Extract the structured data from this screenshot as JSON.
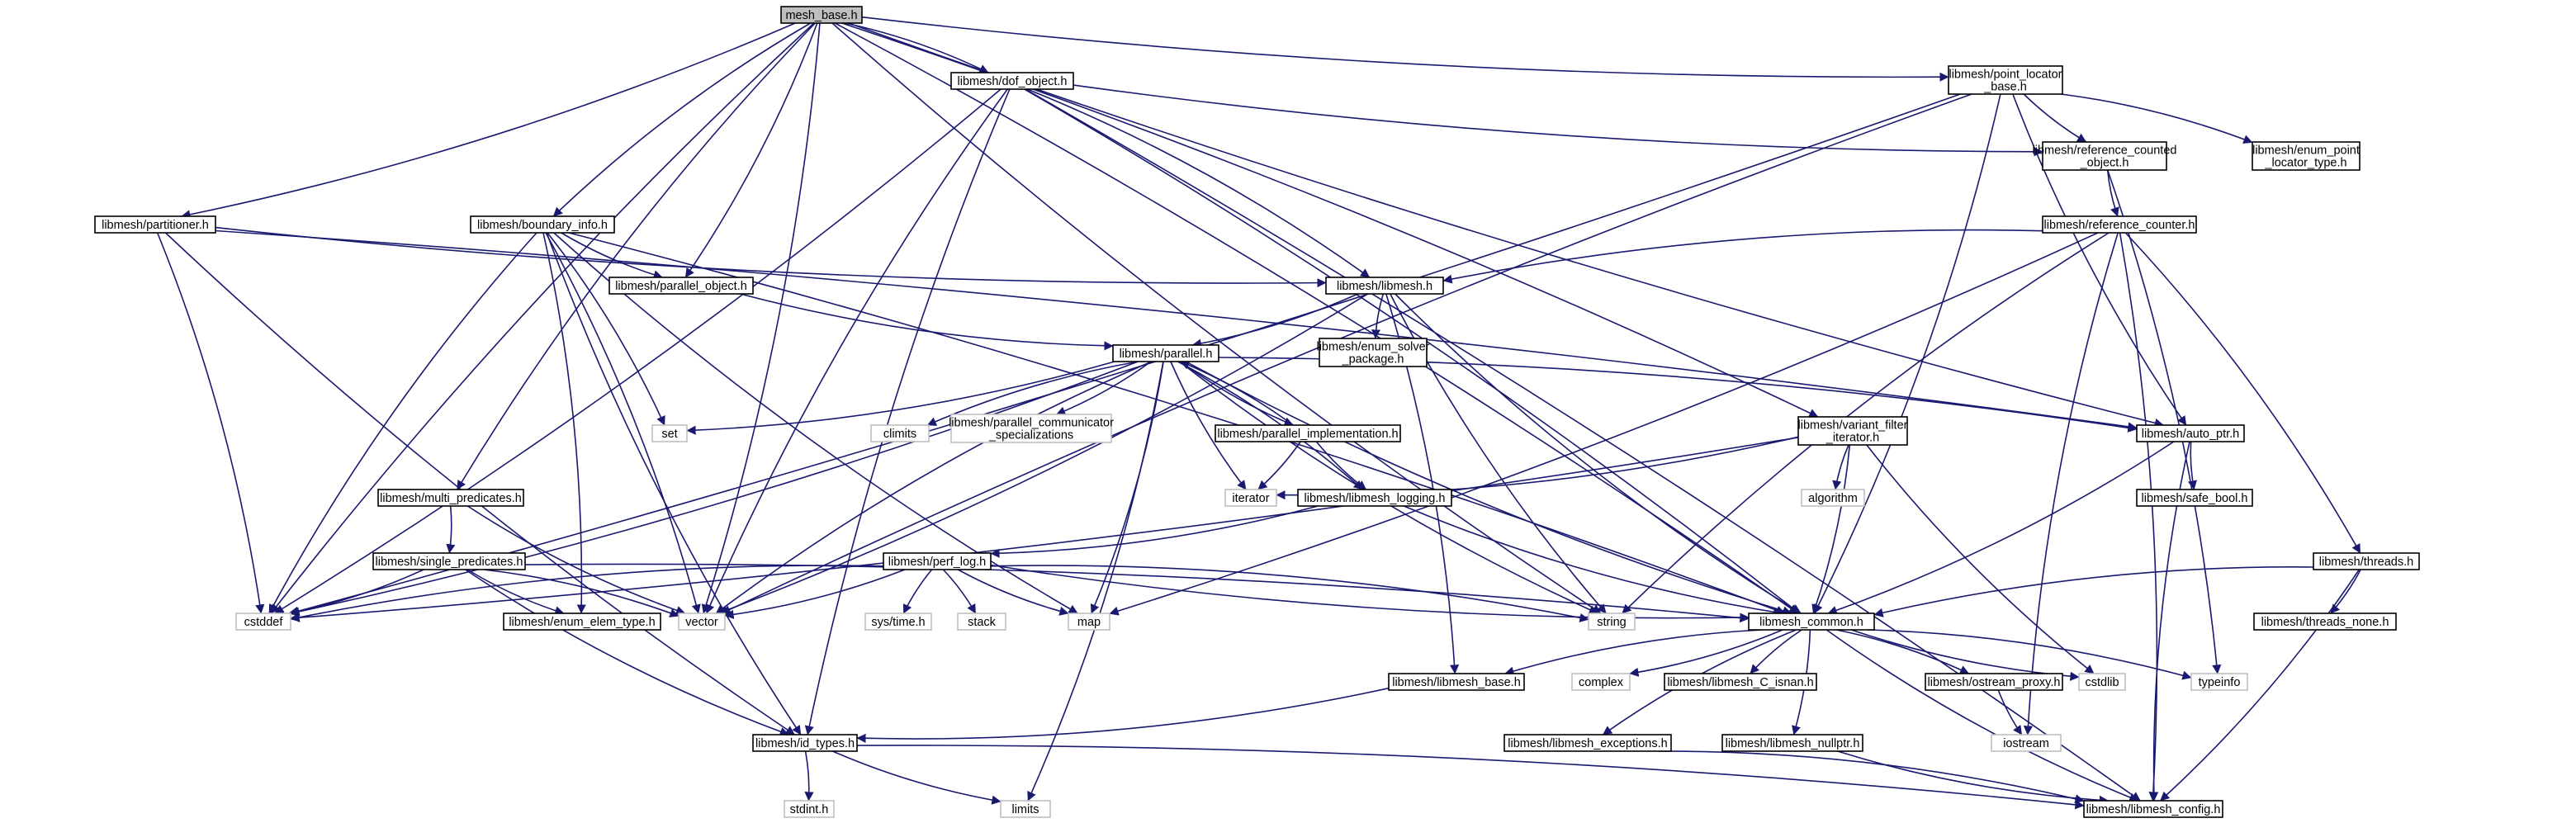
{
  "nodes": {
    "mesh_base": {
      "label": [
        "mesh_base.h"
      ],
      "kind": "root"
    },
    "dof_object": {
      "label": [
        "libmesh/dof_object.h"
      ],
      "kind": "file"
    },
    "point_locator_base": {
      "label": [
        "libmesh/point_locator",
        "_base.h"
      ],
      "kind": "file"
    },
    "reference_counted_object": {
      "label": [
        "libmesh/reference_counted",
        "_object.h"
      ],
      "kind": "file"
    },
    "enum_point_locator_type": {
      "label": [
        "libmesh/enum_point",
        "_locator_type.h"
      ],
      "kind": "file"
    },
    "reference_counter": {
      "label": [
        "libmesh/reference_counter.h"
      ],
      "kind": "file"
    },
    "partitioner": {
      "label": [
        "libmesh/partitioner.h"
      ],
      "kind": "file"
    },
    "boundary_info": {
      "label": [
        "libmesh/boundary_info.h"
      ],
      "kind": "file"
    },
    "parallel_object": {
      "label": [
        "libmesh/parallel_object.h"
      ],
      "kind": "file"
    },
    "libmesh": {
      "label": [
        "libmesh/libmesh.h"
      ],
      "kind": "file"
    },
    "enum_solver_package": {
      "label": [
        "libmesh/enum_solver",
        "_package.h"
      ],
      "kind": "file"
    },
    "parallel": {
      "label": [
        "libmesh/parallel.h"
      ],
      "kind": "file"
    },
    "set": {
      "label": [
        "set"
      ],
      "kind": "system"
    },
    "climits": {
      "label": [
        "climits"
      ],
      "kind": "system"
    },
    "parallel_communicator_specializations": {
      "label": [
        "libmesh/parallel_communicator",
        "_specializations"
      ],
      "kind": "system"
    },
    "parallel_implementation": {
      "label": [
        "libmesh/parallel_implementation.h"
      ],
      "kind": "file"
    },
    "variant_filter_iterator": {
      "label": [
        "libmesh/variant_filter",
        "_iterator.h"
      ],
      "kind": "file"
    },
    "auto_ptr": {
      "label": [
        "libmesh/auto_ptr.h"
      ],
      "kind": "file"
    },
    "safe_bool": {
      "label": [
        "libmesh/safe_bool.h"
      ],
      "kind": "file"
    },
    "iterator": {
      "label": [
        "iterator"
      ],
      "kind": "system"
    },
    "algorithm": {
      "label": [
        "algorithm"
      ],
      "kind": "system"
    },
    "libmesh_logging": {
      "label": [
        "libmesh/libmesh_logging.h"
      ],
      "kind": "file"
    },
    "multi_predicates": {
      "label": [
        "libmesh/multi_predicates.h"
      ],
      "kind": "file"
    },
    "single_predicates": {
      "label": [
        "libmesh/single_predicates.h"
      ],
      "kind": "file"
    },
    "perf_log": {
      "label": [
        "libmesh/perf_log.h"
      ],
      "kind": "file"
    },
    "threads": {
      "label": [
        "libmesh/threads.h"
      ],
      "kind": "file"
    },
    "threads_none": {
      "label": [
        "libmesh/threads_none.h"
      ],
      "kind": "file"
    },
    "cstddef": {
      "label": [
        "cstddef"
      ],
      "kind": "system"
    },
    "enum_elem_type": {
      "label": [
        "libmesh/enum_elem_type.h"
      ],
      "kind": "file"
    },
    "vector": {
      "label": [
        "vector"
      ],
      "kind": "system"
    },
    "sys_time": {
      "label": [
        "sys/time.h"
      ],
      "kind": "system"
    },
    "stack": {
      "label": [
        "stack"
      ],
      "kind": "system"
    },
    "map": {
      "label": [
        "map"
      ],
      "kind": "system"
    },
    "string": {
      "label": [
        "string"
      ],
      "kind": "system"
    },
    "libmesh_common": {
      "label": [
        "libmesh_common.h"
      ],
      "kind": "file"
    },
    "libmesh_base": {
      "label": [
        "libmesh/libmesh_base.h"
      ],
      "kind": "file"
    },
    "complex": {
      "label": [
        "complex"
      ],
      "kind": "system"
    },
    "libmesh_C_isnan": {
      "label": [
        "libmesh/libmesh_C_isnan.h"
      ],
      "kind": "file"
    },
    "ostream_proxy": {
      "label": [
        "libmesh/ostream_proxy.h"
      ],
      "kind": "file"
    },
    "cstdlib": {
      "label": [
        "cstdlib"
      ],
      "kind": "system"
    },
    "typeinfo": {
      "label": [
        "typeinfo"
      ],
      "kind": "system"
    },
    "iostream": {
      "label": [
        "iostream"
      ],
      "kind": "system"
    },
    "libmesh_exceptions": {
      "label": [
        "libmesh/libmesh_exceptions.h"
      ],
      "kind": "file"
    },
    "libmesh_nullptr": {
      "label": [
        "libmesh/libmesh_nullptr.h"
      ],
      "kind": "file"
    },
    "id_types": {
      "label": [
        "libmesh/id_types.h"
      ],
      "kind": "file"
    },
    "stdint": {
      "label": [
        "stdint.h"
      ],
      "kind": "system"
    },
    "limits": {
      "label": [
        "limits"
      ],
      "kind": "system"
    },
    "libmesh_config": {
      "label": [
        "libmesh/libmesh_config.h"
      ],
      "kind": "file"
    }
  },
  "edges": [
    [
      "mesh_base",
      "dof_object"
    ],
    [
      "mesh_base",
      "point_locator_base"
    ],
    [
      "mesh_base",
      "partitioner"
    ],
    [
      "mesh_base",
      "boundary_info"
    ],
    [
      "mesh_base",
      "parallel_object"
    ],
    [
      "mesh_base",
      "multi_predicates"
    ],
    [
      "mesh_base",
      "variant_filter_iterator"
    ],
    [
      "mesh_base",
      "auto_ptr"
    ],
    [
      "mesh_base",
      "libmesh_common"
    ],
    [
      "mesh_base",
      "cstddef"
    ],
    [
      "mesh_base",
      "vector"
    ],
    [
      "mesh_base",
      "string"
    ],
    [
      "dof_object",
      "libmesh"
    ],
    [
      "dof_object",
      "reference_counted_object"
    ],
    [
      "dof_object",
      "libmesh_common"
    ],
    [
      "dof_object",
      "id_types"
    ],
    [
      "dof_object",
      "cstddef"
    ],
    [
      "dof_object",
      "vector"
    ],
    [
      "dof_object",
      "libmesh_config"
    ],
    [
      "point_locator_base",
      "reference_counted_object"
    ],
    [
      "point_locator_base",
      "enum_point_locator_type"
    ],
    [
      "point_locator_base",
      "auto_ptr"
    ],
    [
      "point_locator_base",
      "libmesh_common"
    ],
    [
      "point_locator_base",
      "vector"
    ],
    [
      "point_locator_base",
      "cstddef"
    ],
    [
      "reference_counted_object",
      "reference_counter"
    ],
    [
      "reference_counted_object",
      "typeinfo"
    ],
    [
      "reference_counter",
      "libmesh"
    ],
    [
      "reference_counter",
      "threads"
    ],
    [
      "reference_counter",
      "string"
    ],
    [
      "reference_counter",
      "map"
    ],
    [
      "reference_counter",
      "iostream"
    ],
    [
      "reference_counter",
      "libmesh_config"
    ],
    [
      "partitioner",
      "libmesh"
    ],
    [
      "partitioner",
      "auto_ptr"
    ],
    [
      "partitioner",
      "id_types"
    ],
    [
      "partitioner",
      "cstddef"
    ],
    [
      "boundary_info",
      "parallel_object"
    ],
    [
      "boundary_info",
      "libmesh_common"
    ],
    [
      "boundary_info",
      "id_types"
    ],
    [
      "boundary_info",
      "set"
    ],
    [
      "boundary_info",
      "map"
    ],
    [
      "boundary_info",
      "vector"
    ],
    [
      "boundary_info",
      "cstddef"
    ],
    [
      "boundary_info",
      "enum_elem_type"
    ],
    [
      "parallel_object",
      "parallel"
    ],
    [
      "libmesh",
      "parallel"
    ],
    [
      "libmesh",
      "enum_solver_package"
    ],
    [
      "libmesh",
      "libmesh_base"
    ],
    [
      "libmesh",
      "libmesh_common"
    ],
    [
      "libmesh",
      "vector"
    ],
    [
      "libmesh",
      "string"
    ],
    [
      "parallel",
      "set"
    ],
    [
      "parallel",
      "climits"
    ],
    [
      "parallel",
      "parallel_communicator_specializations"
    ],
    [
      "parallel",
      "parallel_implementation"
    ],
    [
      "parallel",
      "auto_ptr"
    ],
    [
      "parallel",
      "iterator"
    ],
    [
      "parallel",
      "libmesh_logging"
    ],
    [
      "parallel",
      "libmesh_common"
    ],
    [
      "parallel",
      "cstddef"
    ],
    [
      "parallel",
      "vector"
    ],
    [
      "parallel",
      "map"
    ],
    [
      "parallel",
      "string"
    ],
    [
      "parallel",
      "limits"
    ],
    [
      "parallel_implementation",
      "parallel"
    ],
    [
      "parallel_implementation",
      "iterator"
    ],
    [
      "parallel_implementation",
      "libmesh_logging"
    ],
    [
      "variant_filter_iterator",
      "iterator"
    ],
    [
      "variant_filter_iterator",
      "algorithm"
    ],
    [
      "variant_filter_iterator",
      "libmesh_common"
    ],
    [
      "variant_filter_iterator",
      "cstdlib"
    ],
    [
      "variant_filter_iterator",
      "cstddef"
    ],
    [
      "auto_ptr",
      "safe_bool"
    ],
    [
      "auto_ptr",
      "libmesh_common"
    ],
    [
      "auto_ptr",
      "libmesh_config"
    ],
    [
      "libmesh_logging",
      "perf_log"
    ],
    [
      "libmesh_logging",
      "libmesh_common"
    ],
    [
      "multi_predicates",
      "single_predicates"
    ],
    [
      "multi_predicates",
      "vector"
    ],
    [
      "single_predicates",
      "cstddef"
    ],
    [
      "single_predicates",
      "enum_elem_type"
    ],
    [
      "single_predicates",
      "vector"
    ],
    [
      "single_predicates",
      "id_types"
    ],
    [
      "single_predicates",
      "libmesh_common"
    ],
    [
      "perf_log",
      "cstddef"
    ],
    [
      "perf_log",
      "vector"
    ],
    [
      "perf_log",
      "sys_time"
    ],
    [
      "perf_log",
      "stack"
    ],
    [
      "perf_log",
      "map"
    ],
    [
      "perf_log",
      "string"
    ],
    [
      "perf_log",
      "libmesh_common"
    ],
    [
      "threads",
      "threads_none"
    ],
    [
      "threads",
      "libmesh_common"
    ],
    [
      "threads",
      "libmesh_config"
    ],
    [
      "libmesh_common",
      "libmesh_base"
    ],
    [
      "libmesh_common",
      "complex"
    ],
    [
      "libmesh_common",
      "libmesh_C_isnan"
    ],
    [
      "libmesh_common",
      "ostream_proxy"
    ],
    [
      "libmesh_common",
      "cstdlib"
    ],
    [
      "libmesh_common",
      "typeinfo"
    ],
    [
      "libmesh_common",
      "libmesh_exceptions"
    ],
    [
      "libmesh_common",
      "libmesh_nullptr"
    ],
    [
      "libmesh_common",
      "libmesh_config"
    ],
    [
      "libmesh_base",
      "id_types"
    ],
    [
      "ostream_proxy",
      "iostream"
    ],
    [
      "libmesh_exceptions",
      "libmesh_config"
    ],
    [
      "libmesh_nullptr",
      "libmesh_config"
    ],
    [
      "id_types",
      "stdint"
    ],
    [
      "id_types",
      "limits"
    ],
    [
      "id_types",
      "libmesh_config"
    ]
  ],
  "colors": {
    "edge": "#191970",
    "root_fill": "#bfbfbf",
    "box_border": "#000000",
    "system_border": "#bfbfbf"
  }
}
